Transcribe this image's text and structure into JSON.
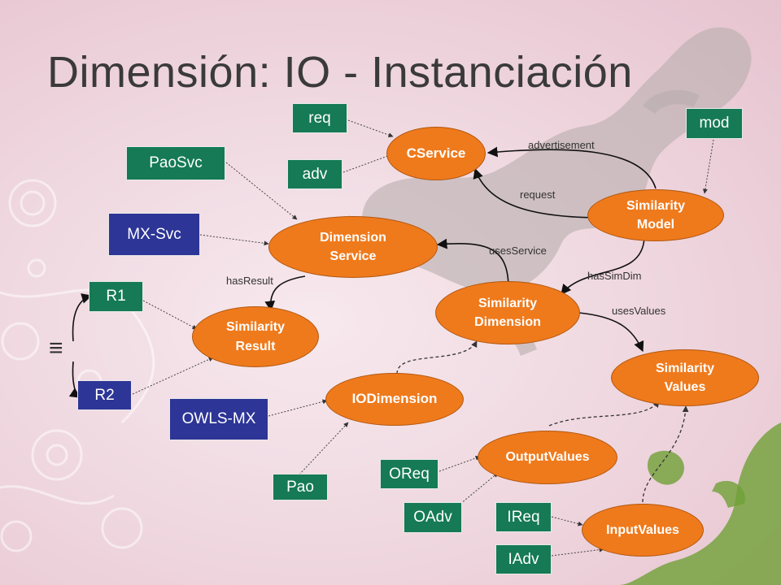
{
  "title": "Dimensión: IO - Instanciación",
  "nodes": {
    "req": "req",
    "adv": "adv",
    "mod": "mod",
    "paosvc": "PaoSvc",
    "mxsvc": "MX-Svc",
    "r1": "R1",
    "r2": "R2",
    "owlsmx": "OWLS-MX",
    "pao": "Pao",
    "oreq": "OReq",
    "oadv": "OAdv",
    "ireq": "IReq",
    "iadv": "IAdv",
    "cservice": "CService",
    "similarity_model_1": "Similarity",
    "similarity_model_2": "Model",
    "dimension_service_1": "Dimension",
    "dimension_service_2": "Service",
    "similarity_dimension_1": "Similarity",
    "similarity_dimension_2": "Dimension",
    "similarity_result_1": "Similarity",
    "similarity_result_2": "Result",
    "iodimension": "IODimension",
    "similarity_values_1": "Similarity",
    "similarity_values_2": "Values",
    "outputvalues": "OutputValues",
    "inputvalues": "InputValues"
  },
  "edge_labels": {
    "advertisement": "advertisement",
    "request": "request",
    "usesService": "usesService",
    "hasSimDim": "hasSimDim",
    "hasResult": "hasResult",
    "usesValues": "usesValues"
  },
  "equivalence_symbol": "≡",
  "colors": {
    "instance_green": "#157a55",
    "instance_blue": "#2d3596",
    "concept_orange": "#ef7a1c",
    "title": "#3a3a3a"
  }
}
